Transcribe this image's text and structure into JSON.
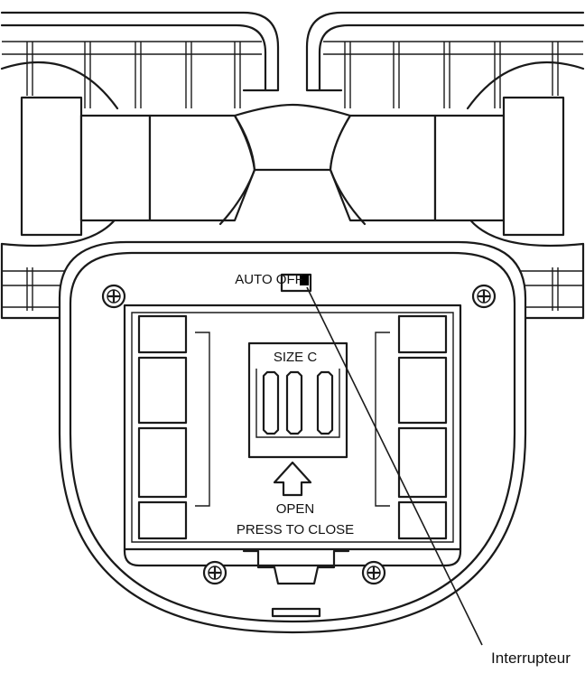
{
  "labels": {
    "switch_positions": "AUTO OFF",
    "battery_size": "SIZE C",
    "cover_open": "OPEN",
    "cover_close": "PRESS TO CLOSE",
    "callout": "Interrupteur"
  },
  "colors": {
    "line": "#1a1a1a",
    "background": "#ffffff",
    "switch_knob": "#000000"
  },
  "icons": {
    "screws": "phillips-screw-icon",
    "batteries": "battery-icon",
    "arrow": "arrow-up-icon"
  }
}
